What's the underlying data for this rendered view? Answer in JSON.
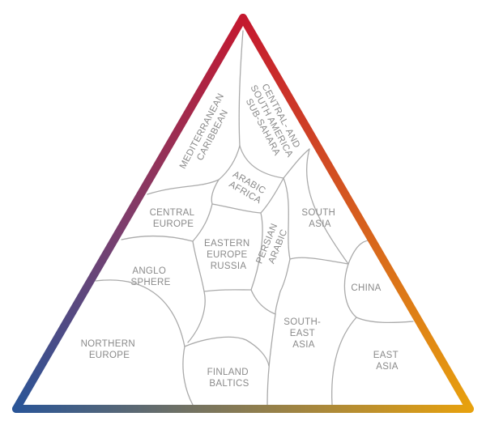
{
  "gradient": {
    "top": "#c4182f",
    "bottom_left": "#2a5597",
    "bottom_right": "#e7a10e"
  },
  "regions": [
    {
      "id": "mediterranean",
      "lines": [
        "MEDITERRANEAN",
        "CARIBBEAN"
      ]
    },
    {
      "id": "central-south-america",
      "lines": [
        "CENTRAL- AND",
        "SOUTH AMERICA",
        "SUB-SAHARA"
      ]
    },
    {
      "id": "arabic-africa",
      "lines": [
        "ARABIC",
        "AFRICA"
      ]
    },
    {
      "id": "central-europe",
      "lines": [
        "CENTRAL",
        "EUROPE"
      ]
    },
    {
      "id": "south-asia",
      "lines": [
        "SOUTH",
        "ASIA"
      ]
    },
    {
      "id": "eastern-europe",
      "lines": [
        "EASTERN",
        "EUROPE",
        "RUSSIA"
      ]
    },
    {
      "id": "persian",
      "lines": [
        "PERSIAN",
        "ARABIC"
      ]
    },
    {
      "id": "anglo",
      "lines": [
        "ANGLO",
        "SPHERE"
      ]
    },
    {
      "id": "china",
      "lines": [
        "CHINA"
      ]
    },
    {
      "id": "south-east-asia",
      "lines": [
        "SOUTH-",
        "EAST",
        "ASIA"
      ]
    },
    {
      "id": "northern-europe",
      "lines": [
        "NORTHERN",
        "EUROPE"
      ]
    },
    {
      "id": "east-asia",
      "lines": [
        "EAST",
        "ASIA"
      ]
    },
    {
      "id": "finland",
      "lines": [
        "FINLAND",
        "BALTICS"
      ]
    }
  ]
}
